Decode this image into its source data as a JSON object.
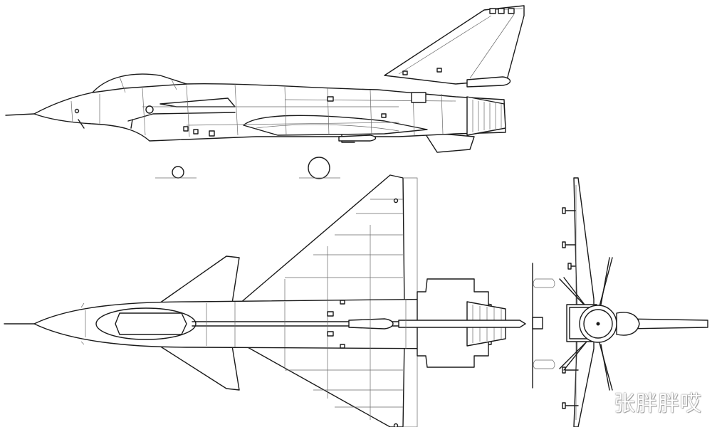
{
  "watermark": {
    "text": "张胖胖哎"
  },
  "views": [
    "side-view",
    "top-view",
    "front-view"
  ]
}
